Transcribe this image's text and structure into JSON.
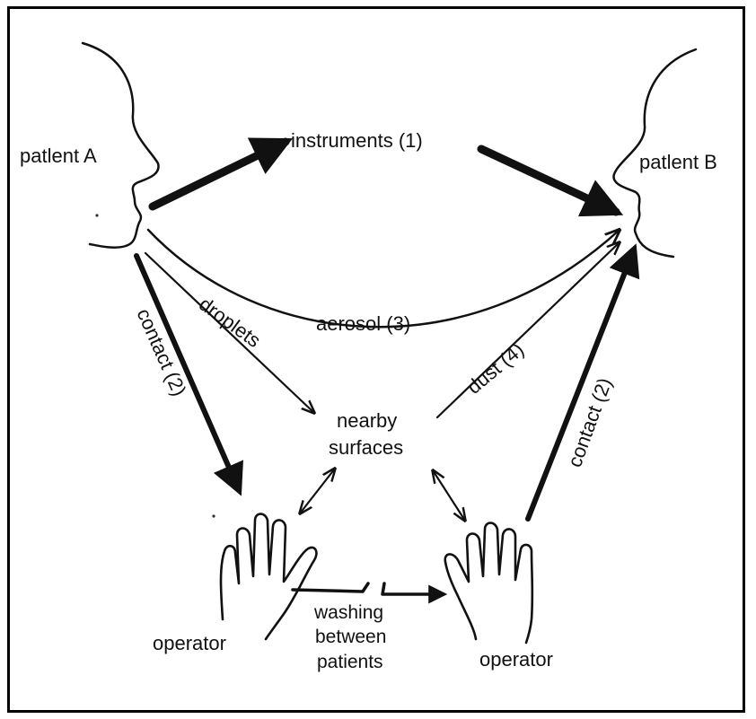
{
  "labels": {
    "patient_a": "patlent A",
    "patient_b": "patlent B",
    "instruments": "instruments (1)",
    "aerosol": "aerosol (3)",
    "droplets": "droplets",
    "dust": "dust (4)",
    "contact_left": "contact (2)",
    "contact_right": "contact (2)",
    "nearby_line1": "nearby",
    "nearby_line2": "surfaces",
    "operator_left": "operator",
    "operator_right": "operator",
    "washing_line1": "washing",
    "washing_line2": "between",
    "washing_line3": "patients"
  }
}
